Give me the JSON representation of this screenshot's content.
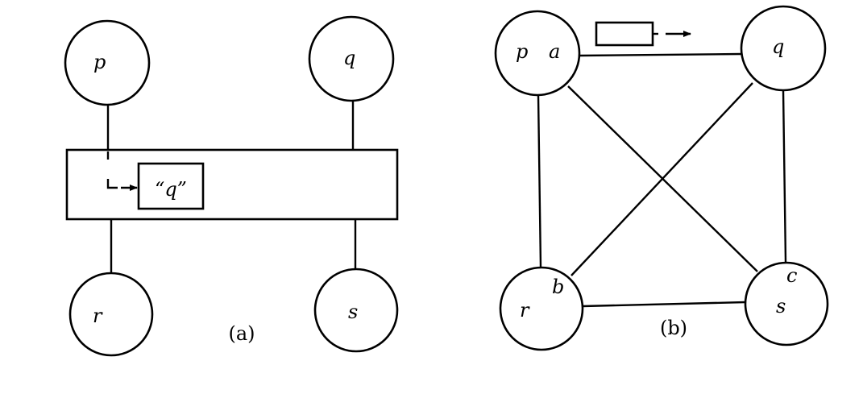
{
  "figure": {
    "panel_a": {
      "caption": "(a)",
      "nodes": {
        "p": "p",
        "q": "q",
        "r": "r",
        "s": "s"
      },
      "bus_message_label": "“q”",
      "description": "Four processes p, q, r, s connected to a shared bus; p sends a message addressed to q onto the bus"
    },
    "panel_b": {
      "caption": "(b)",
      "nodes": {
        "p": "p",
        "q": "q",
        "r": "r",
        "s": "s"
      },
      "ports": {
        "a": "a",
        "b": "b",
        "c": "c"
      },
      "edges": [
        [
          "p",
          "q"
        ],
        [
          "p",
          "r"
        ],
        [
          "p",
          "s"
        ],
        [
          "q",
          "r"
        ],
        [
          "q",
          "s"
        ],
        [
          "r",
          "s"
        ]
      ],
      "description": "Fully connected network of p, q, r, s; a message travels on the p–q link"
    }
  }
}
